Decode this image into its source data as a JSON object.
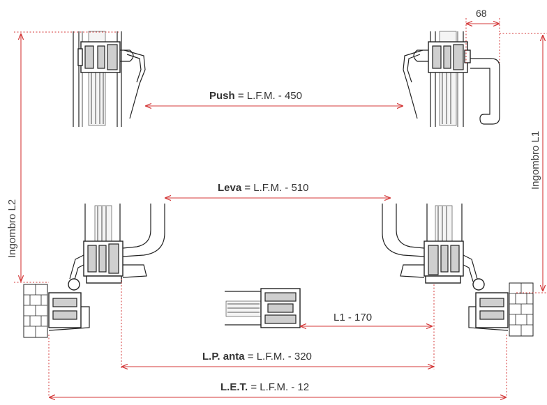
{
  "dimensions": {
    "push": {
      "bold": "Push",
      "rest": " = L.F.M. - 450"
    },
    "leva": {
      "bold": "Leva",
      "rest": " = L.F.M. - 510"
    },
    "l1_170": {
      "text": "L1 - 170"
    },
    "lp_anta": {
      "bold": "L.P. anta",
      "rest": " = L.F.M. - 320"
    },
    "let": {
      "bold": "L.E.T.",
      "rest": " = L.F.M. - 12"
    },
    "handle_width": {
      "text": "68"
    },
    "ingombro_l1": {
      "text": "Ingombro L1"
    },
    "ingombro_l2": {
      "text": "Ingombro L2"
    }
  },
  "colors": {
    "dimension_line": "#d43a3a",
    "profile_stroke": "#222222",
    "text": "#333333"
  }
}
